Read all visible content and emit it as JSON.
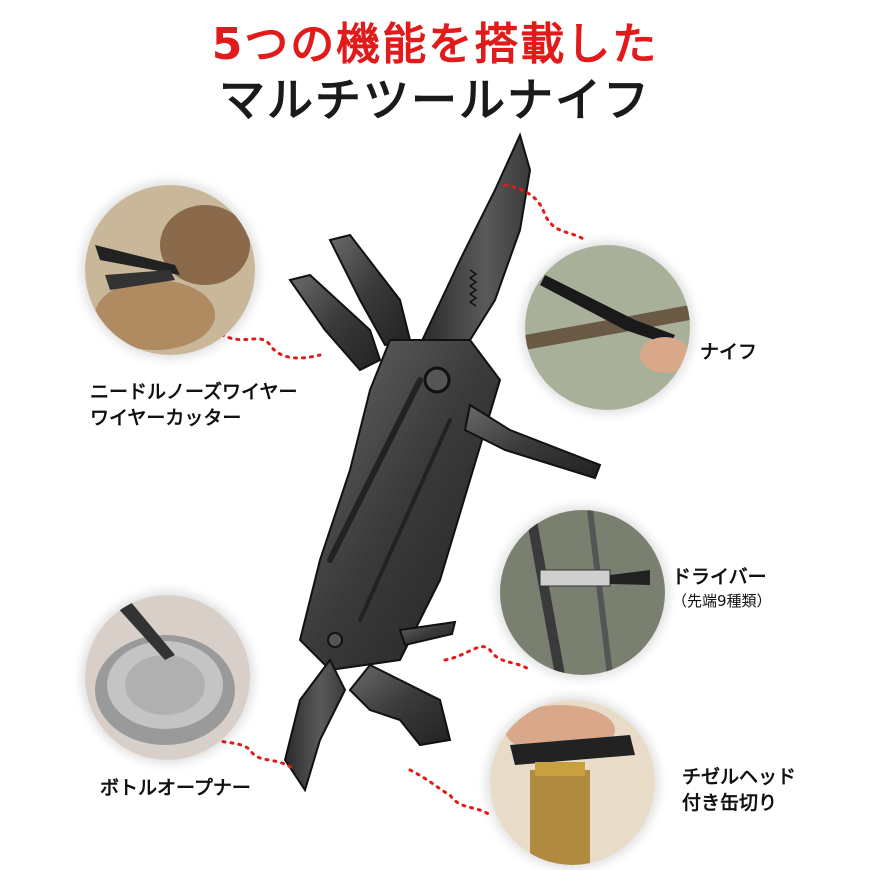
{
  "headline": {
    "line1": "5つの機能を搭載した",
    "line2": "マルチツールナイフ"
  },
  "features": {
    "pliers": {
      "line1": "ニードルノーズワイヤー",
      "line2": "ワイヤーカッター"
    },
    "knife": {
      "line1": "ナイフ"
    },
    "driver": {
      "line1": "ドライバー",
      "line2": "（先端9種類）"
    },
    "opener": {
      "line1": "ボトルオープナー"
    },
    "chisel": {
      "line1": "チゼルヘッド",
      "line2": "付き缶切り"
    }
  },
  "colors": {
    "accent": "#e11b1b",
    "tool": "#3a3a3a",
    "text": "#111111"
  }
}
